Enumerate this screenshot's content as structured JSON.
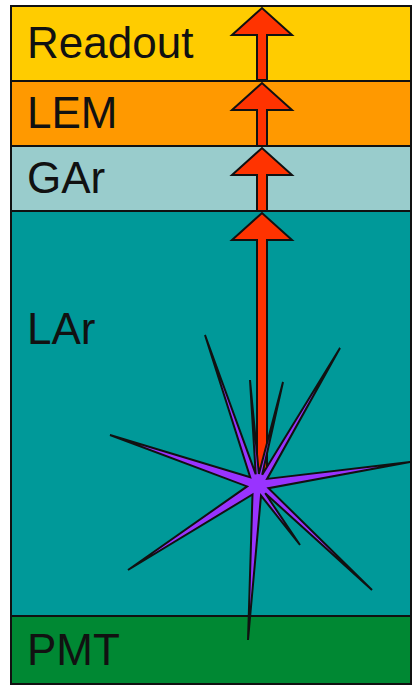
{
  "diagram": {
    "nodes": [
      {
        "text": [
          "Readout"
        ]
      },
      {
        "text": [
          "LEM"
        ]
      },
      {
        "text": [
          "GAr"
        ]
      },
      {
        "text": [
          "LAr"
        ]
      },
      {
        "text": [
          "PMT"
        ]
      }
    ],
    "edges": [
      {
        "from": 3,
        "to": 2,
        "arrow": "to"
      },
      {
        "from": 2,
        "to": 1,
        "arrow": "to"
      },
      {
        "from": 1,
        "to": 0,
        "arrow": "to"
      }
    ]
  }
}
